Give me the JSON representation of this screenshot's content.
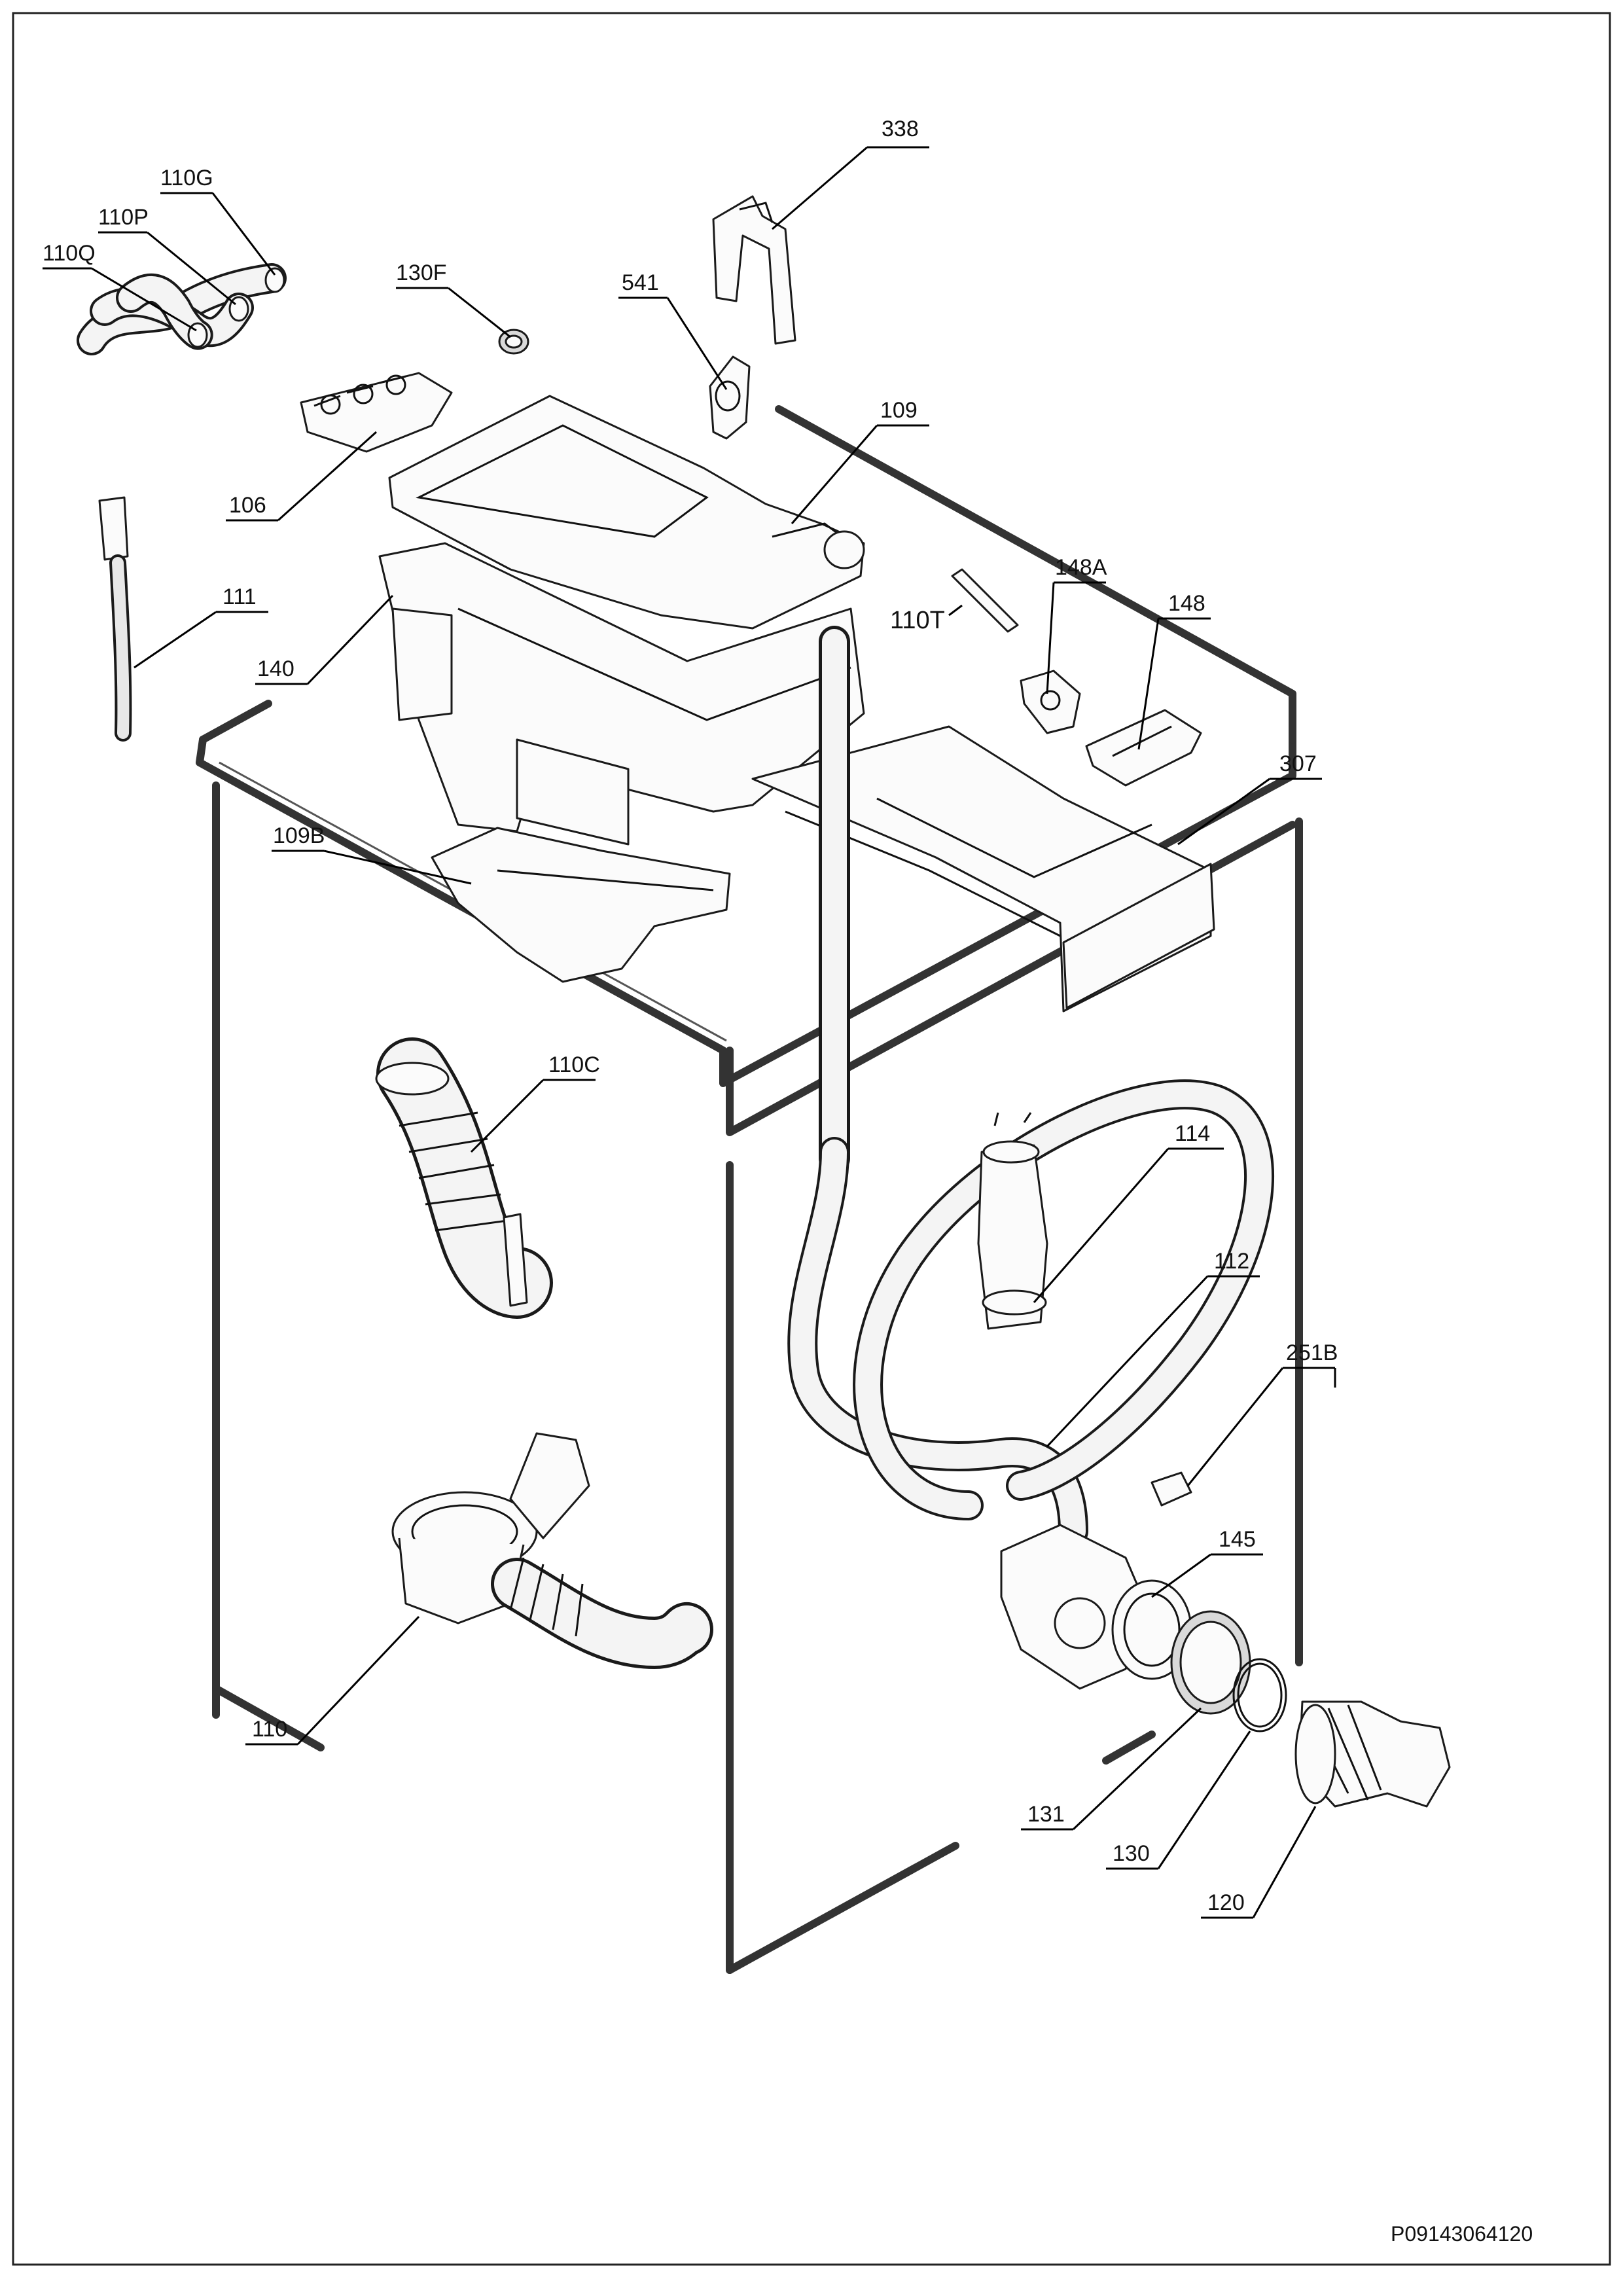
{
  "diagram": {
    "reference_code": "P09143064120",
    "part_labels": {
      "p338": "338",
      "p110G": "110G",
      "p110P": "110P",
      "p110Q": "110Q",
      "p130F": "130F",
      "p541": "541",
      "p109": "109",
      "p106": "106",
      "p111": "111",
      "p148A": "148A",
      "p110T": "110T",
      "p148": "148",
      "p140": "140",
      "p307": "307",
      "p109B": "109B",
      "p110C": "110C",
      "p114": "114",
      "p112": "112",
      "p251B": "251B",
      "p145": "145",
      "p110": "110",
      "p131": "131",
      "p130": "130",
      "p120": "120"
    }
  }
}
